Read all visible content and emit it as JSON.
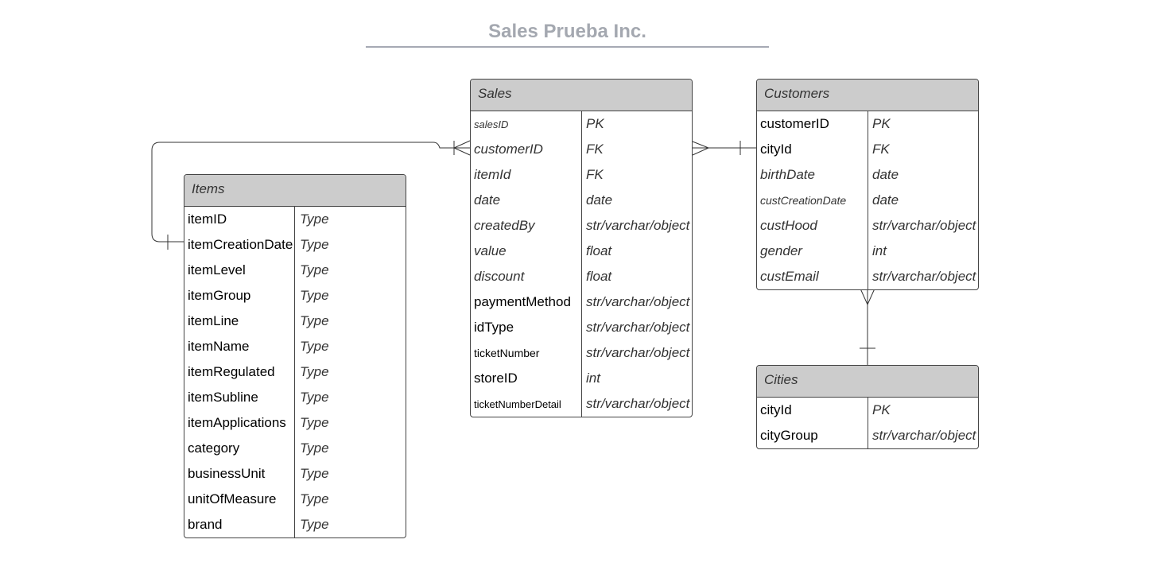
{
  "title": "Sales Prueba Inc.",
  "entities": {
    "sales": {
      "name": "Sales",
      "rows": [
        {
          "field": "salesID",
          "type": "PK"
        },
        {
          "field": "customerID",
          "type": "FK"
        },
        {
          "field": "itemId",
          "type": "FK"
        },
        {
          "field": "date",
          "type": "date"
        },
        {
          "field": "createdBy",
          "type": "str/varchar/object"
        },
        {
          "field": "value",
          "type": "float"
        },
        {
          "field": "discount",
          "type": "float"
        },
        {
          "field": "paymentMethod",
          "type": "str/varchar/object"
        },
        {
          "field": "idType",
          "type": "str/varchar/object"
        },
        {
          "field": "ticketNumber",
          "type": "str/varchar/object"
        },
        {
          "field": "storeID",
          "type": "int"
        },
        {
          "field": "ticketNumberDetail",
          "type": "str/varchar/object"
        }
      ]
    },
    "customers": {
      "name": "Customers",
      "rows": [
        {
          "field": "customerID",
          "type": "PK"
        },
        {
          "field": "cityId",
          "type": "FK"
        },
        {
          "field": "birthDate",
          "type": "date"
        },
        {
          "field": "custCreationDate",
          "type": "date"
        },
        {
          "field": "custHood",
          "type": "str/varchar/object"
        },
        {
          "field": "gender",
          "type": "int"
        },
        {
          "field": "custEmail",
          "type": "str/varchar/object"
        }
      ]
    },
    "items": {
      "name": "Items",
      "rows": [
        {
          "field": "itemID",
          "type": "Type"
        },
        {
          "field": "itemCreationDate",
          "type": "Type"
        },
        {
          "field": "itemLevel",
          "type": "Type"
        },
        {
          "field": "itemGroup",
          "type": "Type"
        },
        {
          "field": "itemLine",
          "type": "Type"
        },
        {
          "field": "itemName",
          "type": "Type"
        },
        {
          "field": "itemRegulated",
          "type": "Type"
        },
        {
          "field": "itemSubline",
          "type": "Type"
        },
        {
          "field": "itemApplications",
          "type": "Type"
        },
        {
          "field": "category",
          "type": "Type"
        },
        {
          "field": "businessUnit",
          "type": "Type"
        },
        {
          "field": "unitOfMeasure",
          "type": "Type"
        },
        {
          "field": "brand",
          "type": "Type"
        }
      ]
    },
    "cities": {
      "name": "Cities",
      "rows": [
        {
          "field": "cityId",
          "type": "PK"
        },
        {
          "field": "cityGroup",
          "type": "str/varchar/object"
        }
      ]
    }
  },
  "relationships": [
    {
      "from": "Items",
      "to": "Sales",
      "from_cardinality": "one",
      "to_cardinality": "one-or-many"
    },
    {
      "from": "Customers",
      "to": "Sales",
      "from_cardinality": "one",
      "to_cardinality": "many"
    },
    {
      "from": "Cities",
      "to": "Customers",
      "from_cardinality": "one",
      "to_cardinality": "many"
    }
  ]
}
